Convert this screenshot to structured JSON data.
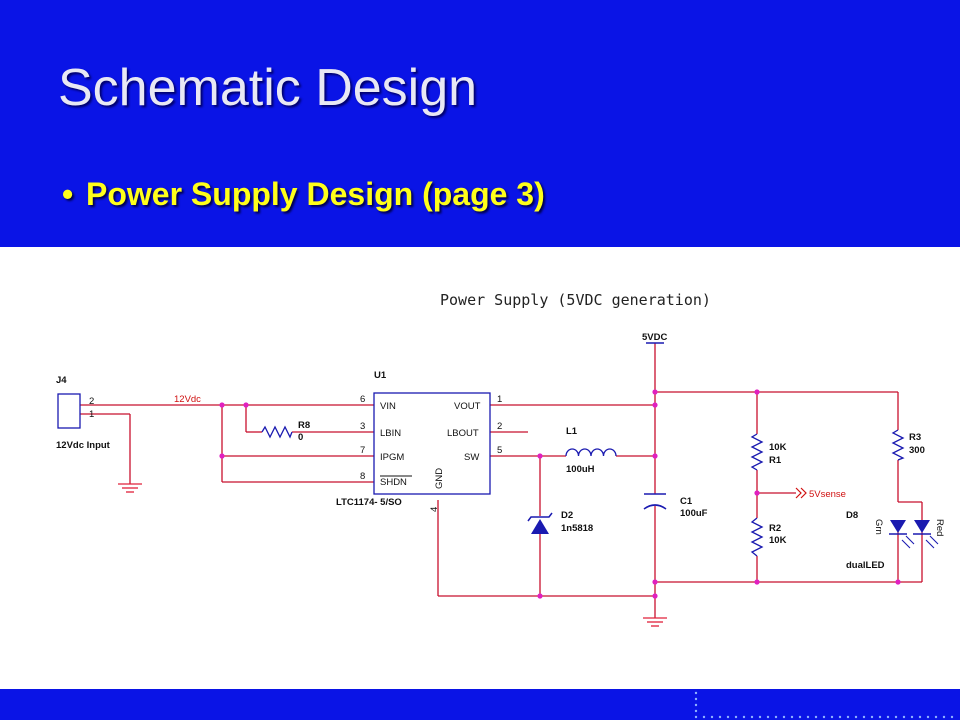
{
  "slide": {
    "title": "Schematic Design",
    "bullet": "Power Supply Design (page 3)"
  },
  "colors": {
    "header_bg": "#0a14e6",
    "title_text": "#e8e8f4",
    "bullet_text": "#ffff1a",
    "wire_red": "#c8102e",
    "junction_magenta": "#e020c0",
    "ground_red": "#e0203a",
    "part_blue": "#1a1ab0"
  },
  "schematic": {
    "caption": "Power Supply (5VDC generation)",
    "power_net": "5VDC",
    "net_12v": "12Vdc",
    "net_5vsense": "5Vsense",
    "j4": {
      "ref": "J4",
      "pin2": "2",
      "pin1": "1",
      "label": "12Vdc Input"
    },
    "u1": {
      "ref": "U1",
      "part": "LTC1174- 5/SO",
      "pins_left": [
        {
          "num": "6",
          "name": "VIN"
        },
        {
          "num": "3",
          "name": "LBIN"
        },
        {
          "num": "7",
          "name": "IPGM"
        },
        {
          "num": "8",
          "name": "SHDN"
        }
      ],
      "pins_right": [
        {
          "num": "1",
          "name": "VOUT"
        },
        {
          "num": "2",
          "name": "LBOUT"
        },
        {
          "num": "5",
          "name": "SW"
        }
      ],
      "gnd_name": "GND",
      "gnd_pin": "4"
    },
    "r8": {
      "ref": "R8",
      "value": "0"
    },
    "l1": {
      "ref": "L1",
      "value": "100uH"
    },
    "d2": {
      "ref": "D2",
      "value": "1n5818"
    },
    "c1": {
      "ref": "C1",
      "value": "100uF"
    },
    "r1": {
      "ref": "R1",
      "value": "10K"
    },
    "r2": {
      "ref": "R2",
      "value": "10K"
    },
    "r3": {
      "ref": "R3",
      "value": "300"
    },
    "d8": {
      "ref": "D8",
      "value": "dualLED",
      "led_a": "Grn",
      "led_b": "Red"
    }
  }
}
